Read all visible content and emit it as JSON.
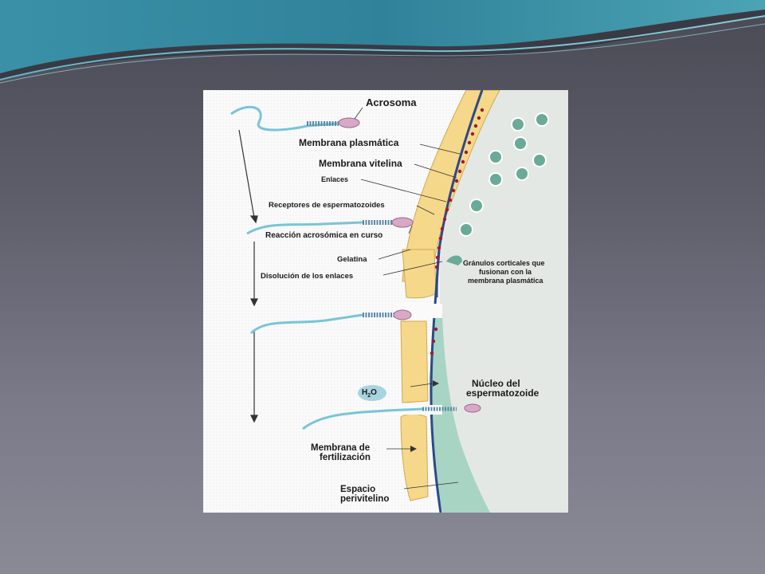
{
  "labels": {
    "acrosoma": "Acrosoma",
    "membrana_plasmatica": "Membrana plasmática",
    "membrana_vitelina": "Membrana vitelina",
    "enlaces": "Enlaces",
    "receptores": "Receptores de espermatozoides",
    "reaccion": "Reacción acrosómica en curso",
    "gelatina": "Gelatina",
    "disolucion": "Disolución de los enlaces",
    "granulos_1": "Gránulos corticales que",
    "granulos_2": "fusionan con la",
    "granulos_3": "membrana plasmática",
    "h2o_h": "H",
    "h2o_sub": "2",
    "h2o_o": "O",
    "nucleo_1": "Núcleo del",
    "nucleo_2": "espermatozoide",
    "fertilizacion_1": "Membrana de",
    "fertilizacion_2": "fertilización",
    "espacio_1": "Espacio",
    "espacio_2": "perivitelino"
  },
  "colors": {
    "jelly": "#f5d88a",
    "vitelline": "#2c4a8a",
    "egg_cytoplasm": "#e8ece8",
    "perivitelline": "#a8d4c4",
    "granule": "#6aaa98",
    "sperm_tail": "#7ac4d8",
    "acrosome": "#d8a8c8",
    "receptor": "#a01830"
  }
}
